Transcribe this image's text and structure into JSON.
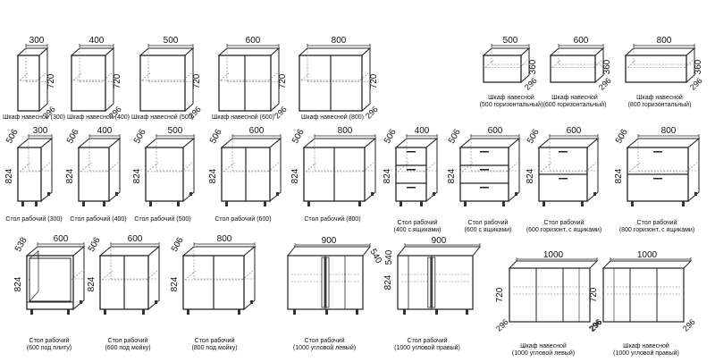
{
  "items": [
    {
      "id": "c1",
      "w": "300",
      "d": "296",
      "h": "720",
      "label": [
        "Шкаф навесной (300)"
      ]
    },
    {
      "id": "c2",
      "w": "400",
      "d": "296",
      "h": "720",
      "label": [
        "Шкаф навесной (400)"
      ]
    },
    {
      "id": "c3",
      "w": "500",
      "d": "296",
      "h": "720",
      "label": [
        "Шкаф навесной (500)"
      ]
    },
    {
      "id": "c4",
      "w": "600",
      "d": "296",
      "h": "720",
      "label": [
        "Шкаф навесной (600)"
      ]
    },
    {
      "id": "c5",
      "w": "800",
      "d": "296",
      "h": "720",
      "label": [
        "Шкаф навесной (800)"
      ]
    },
    {
      "id": "c6",
      "w": "500",
      "d": "296",
      "h": "360",
      "label": [
        "Шкаф навесной",
        "(500 горизонтальный)"
      ]
    },
    {
      "id": "c7",
      "w": "600",
      "d": "296",
      "h": "360",
      "label": [
        "Шкаф навесной",
        "(600 горизонтальный)"
      ]
    },
    {
      "id": "c8",
      "w": "800",
      "d": "296",
      "h": "360",
      "label": [
        "Шкаф навесной",
        "(800 горизонтальный)"
      ]
    },
    {
      "id": "b1",
      "w": "300",
      "d": "506",
      "h": "824",
      "label": [
        "Стол рабочий (300)"
      ]
    },
    {
      "id": "b2",
      "w": "400",
      "d": "506",
      "h": "824",
      "label": [
        "Стол рабочий (400)"
      ]
    },
    {
      "id": "b3",
      "w": "500",
      "d": "506",
      "h": "824",
      "label": [
        "Стол рабочий (500)"
      ]
    },
    {
      "id": "b4",
      "w": "600",
      "d": "506",
      "h": "824",
      "label": [
        "Стол рабочий (600)"
      ]
    },
    {
      "id": "b5",
      "w": "800",
      "d": "506",
      "h": "824",
      "label": [
        "Стол рабочий (800)"
      ]
    },
    {
      "id": "b6",
      "w": "400",
      "d": "506",
      "h": "824",
      "label": [
        "Стол рабочий",
        "(400 с ящиками)"
      ]
    },
    {
      "id": "b7",
      "w": "600",
      "d": "506",
      "h": "824",
      "label": [
        "Стол рабочий",
        "(600 с ящиками)"
      ]
    },
    {
      "id": "b8",
      "w": "600",
      "d": "506",
      "h": "824",
      "label": [
        "Стол рабочий",
        "(600 горизонт. с ящиками)"
      ]
    },
    {
      "id": "b9",
      "w": "800",
      "d": "506",
      "h": "824",
      "label": [
        "Стол рабочий",
        "(800 горизонт. с ящиками)"
      ]
    },
    {
      "id": "s1",
      "w": "600",
      "d": "538",
      "h": "824",
      "label": [
        "Стол рабочий",
        "(600 под плиту)"
      ]
    },
    {
      "id": "s2",
      "w": "600",
      "d": "506",
      "h": "824",
      "label": [
        "Стол рабочий",
        "(600 под мойку)"
      ]
    },
    {
      "id": "s3",
      "w": "800",
      "d": "506",
      "h": "824",
      "label": [
        "Стол рабочий",
        "(800 под мойку)"
      ]
    },
    {
      "id": "s4",
      "w": "900",
      "d": "540",
      "h": "",
      "label": [
        "Стол рабочий",
        "(1000 угловой левый)"
      ]
    },
    {
      "id": "s5",
      "w": "900",
      "d": "540",
      "h": "824",
      "label": [
        "Стол рабочий",
        "(1000 угловой правый)"
      ]
    },
    {
      "id": "s6",
      "w": "1000",
      "d": "296",
      "h": "720",
      "label": [
        "Шкаф навесной",
        "(1000 угловой левый)"
      ]
    },
    {
      "id": "s7",
      "w": "1000",
      "d": "296",
      "h": "720",
      "label": [
        "Шкаф навесной",
        "(1000 угловой правый)"
      ]
    }
  ]
}
